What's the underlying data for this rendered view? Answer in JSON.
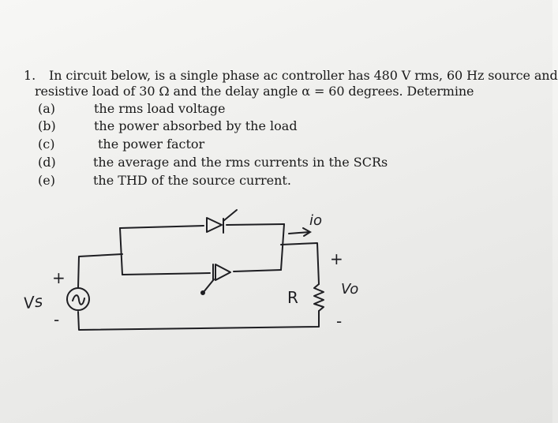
{
  "problem": {
    "number": "1.",
    "line1": "In circuit below, is a single phase ac controller has 480 V rms, 60 Hz source and",
    "line2": "resistive load of 30 Ω and the delay angle α = 60 degrees. Determine",
    "items": [
      {
        "letter": "(a)",
        "text": "the rms load voltage"
      },
      {
        "letter": "(b)",
        "text": "the power absorbed by the load"
      },
      {
        "letter": "(c)",
        "text": "the power factor"
      },
      {
        "letter": "(d)",
        "text": "the average and the rms currents in the SCRs"
      },
      {
        "letter": "(e)",
        "text": "the THD of the source current."
      }
    ]
  },
  "circuit": {
    "source_label": "Vs",
    "source_plus": "+",
    "source_minus": "-",
    "source_symbol": "~",
    "current_label": "io",
    "resistor_label": "R",
    "output_plus": "+",
    "output_minus": "-",
    "output_label": "Vo"
  }
}
